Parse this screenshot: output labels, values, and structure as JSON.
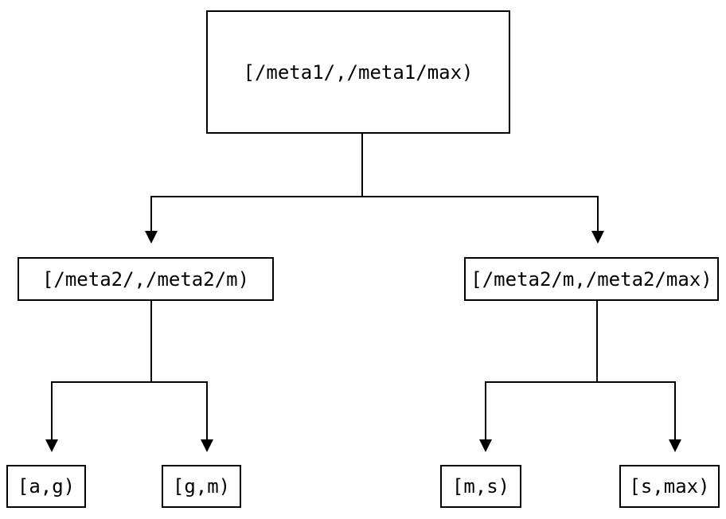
{
  "diagram": {
    "type": "tree",
    "background_color": "#ffffff",
    "line_color": "#000000",
    "text_color": "#000000",
    "nodes": {
      "root": {
        "label": "[/meta1/,/meta1/max)"
      },
      "left": {
        "label": "[/meta2/,/meta2/m)"
      },
      "right": {
        "label": "[/meta2/m,/meta2/max)"
      },
      "left_left": {
        "label": "[a,g)"
      },
      "left_right": {
        "label": "[g,m)"
      },
      "right_left": {
        "label": "[m,s)"
      },
      "right_right": {
        "label": "[s,max)"
      }
    },
    "edges": [
      {
        "from": "root",
        "to": "left"
      },
      {
        "from": "root",
        "to": "right"
      },
      {
        "from": "left",
        "to": "left_left"
      },
      {
        "from": "left",
        "to": "left_right"
      },
      {
        "from": "right",
        "to": "right_left"
      },
      {
        "from": "right",
        "to": "right_right"
      }
    ],
    "arrow_style": "filled-triangle-down"
  }
}
